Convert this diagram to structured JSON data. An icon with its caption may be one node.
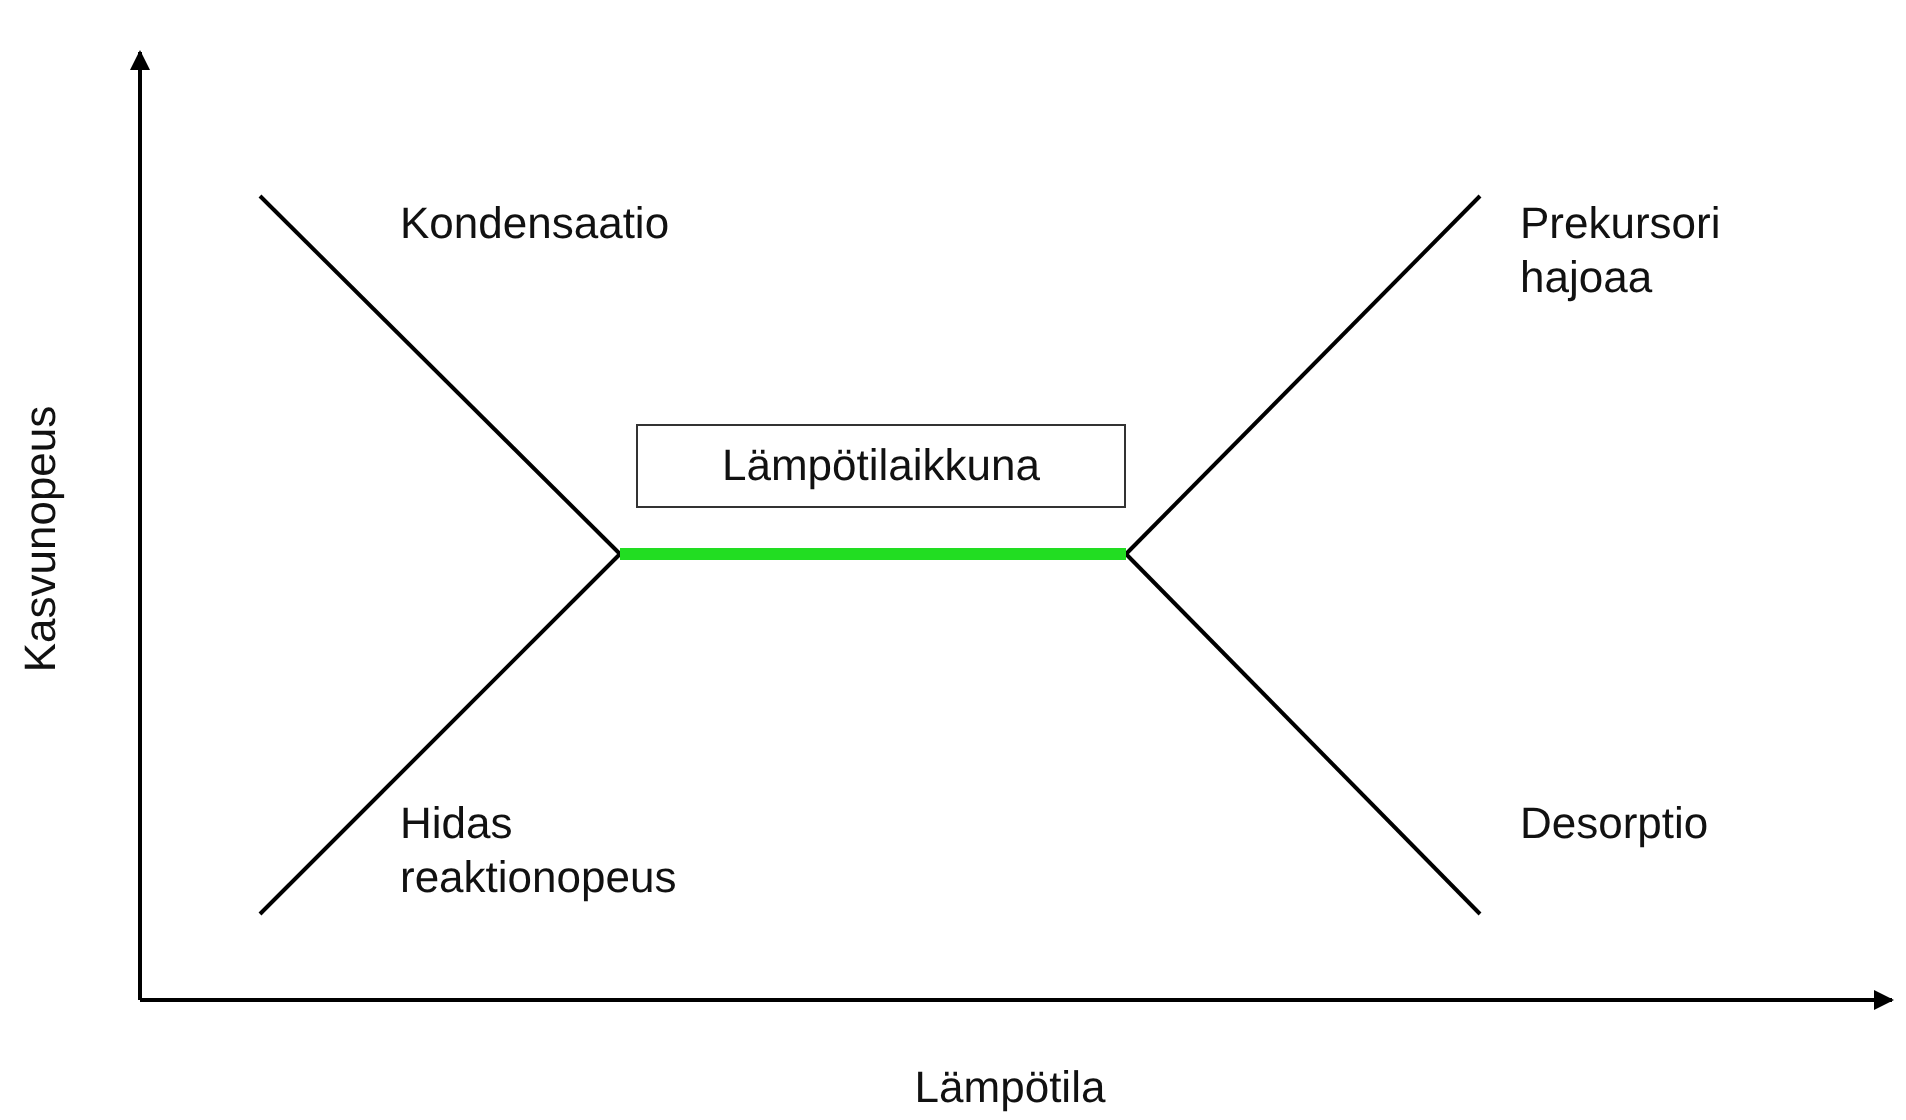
{
  "diagram": {
    "nodes": [
      {
        "text": [
          "Lämpötilaikkuna"
        ]
      }
    ],
    "labels": [
      "Kondensaatio",
      "Prekursori hajoaa",
      "Kasvunopeus",
      "Hidas reaktionopeus",
      "Desorptio",
      "Lämpötila"
    ]
  }
}
